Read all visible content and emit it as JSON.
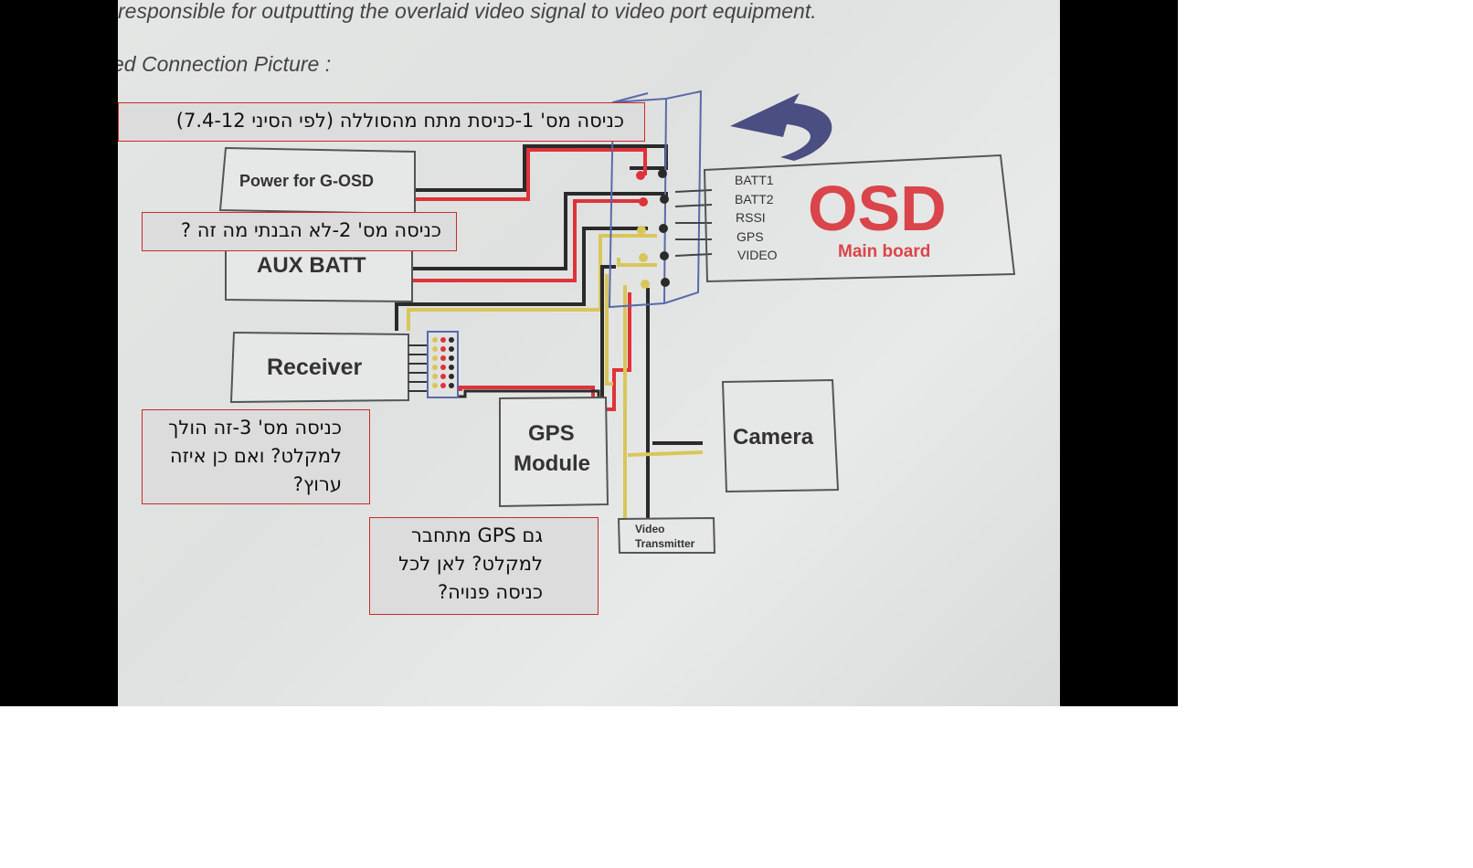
{
  "document": {
    "line1": "responsible for outputting the overlaid video signal to video port equipment.",
    "line2": "ed Connection Picture      :"
  },
  "diagram": {
    "power_box": "Power for G-OSD",
    "aux_box": "AUX BATT",
    "receiver_box": "Receiver",
    "gps_box": [
      "GPS",
      "Module"
    ],
    "camera_box": "Camera",
    "video_tx_box": [
      "Video",
      "Transmitter"
    ],
    "osd_title": "OSD",
    "osd_subtitle": "Main board",
    "pins": [
      "BATT1",
      "BATT2",
      "RSSI",
      "GPS",
      "VIDEO"
    ]
  },
  "notes": {
    "note1": "כניסה מס' 1-כניסת מתח מהסוללה (לפי הסיני 7.4-12)",
    "note2": "כניסה מס' 2-לא הבנתי מה זה ?",
    "note3": "כניסה מס' 3-זה הולך\nלמקלט? ואם כן איזה\nערוץ?",
    "note4": "גם GPS מתחבר\nלמקלט? לאן לכל\nכניסה פנויה?"
  },
  "colors": {
    "wire_red": "#e0323a",
    "wire_black": "#2a2a2a",
    "wire_yellow": "#d9c65a",
    "osd_red": "#d9454a",
    "note_border": "#cc2a2a"
  }
}
